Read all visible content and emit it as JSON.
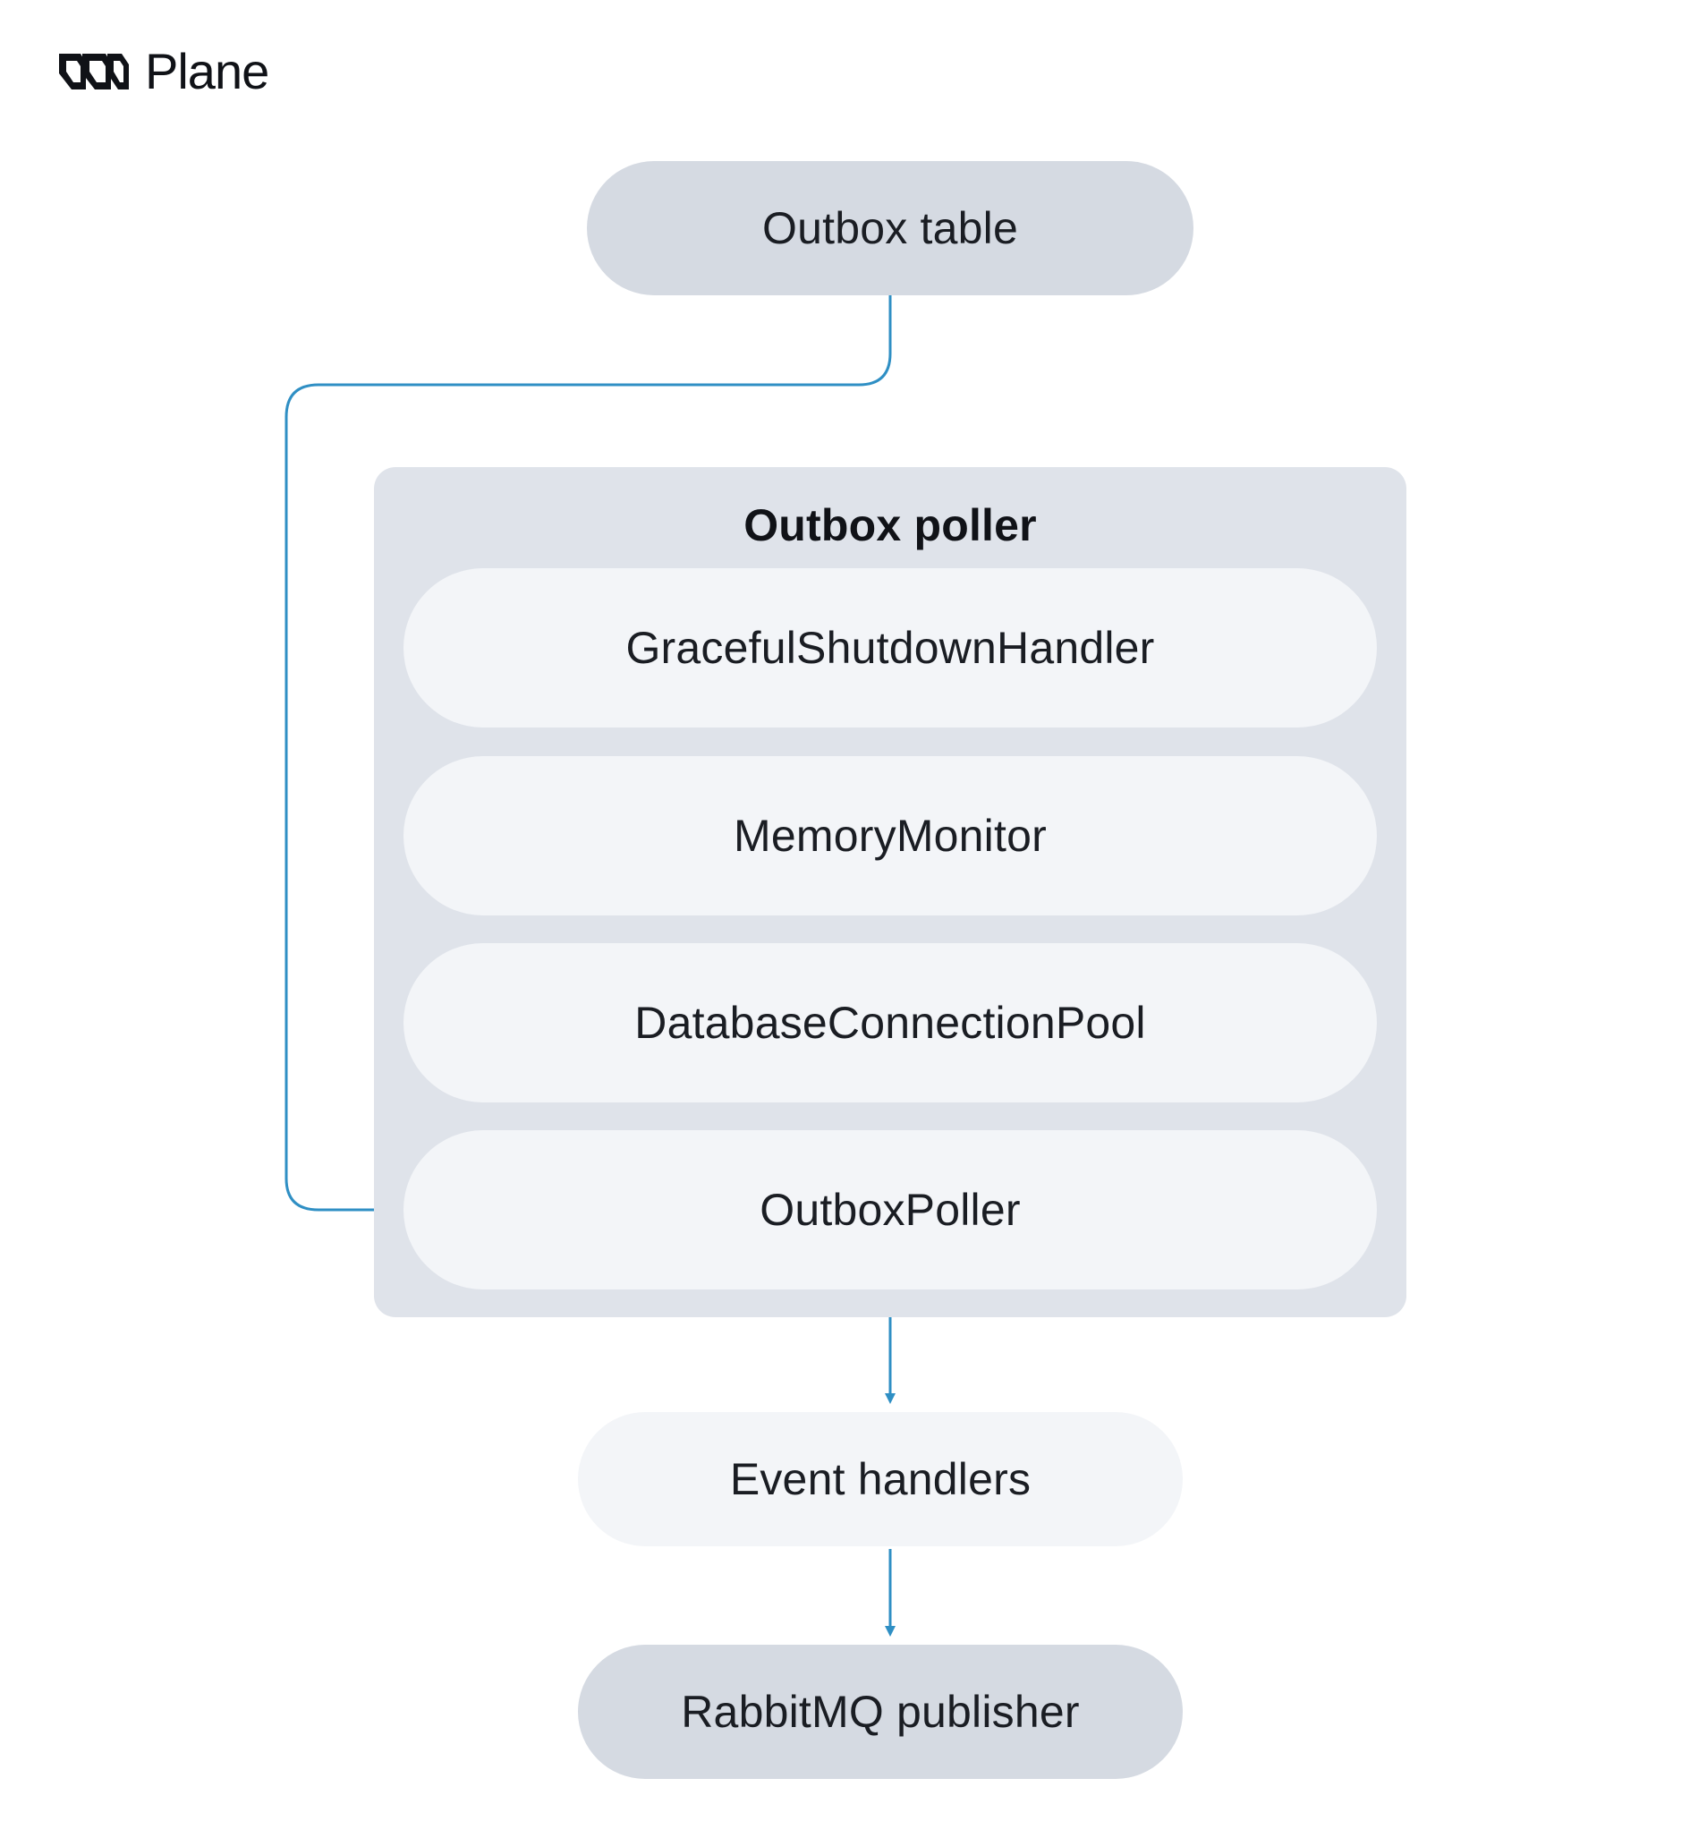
{
  "brand": {
    "name": "Plane",
    "logo_icon": "plane-logo-icon"
  },
  "colors": {
    "connector": "#2f8fc4",
    "node_dark": "#d5dae2",
    "node_light": "#f3f5f8",
    "group_background": "#dfe3ea",
    "text": "#1a1d23"
  },
  "diagram": {
    "source": {
      "label": "Outbox table"
    },
    "group": {
      "title": "Outbox poller",
      "components": [
        {
          "label": "GracefulShutdownHandler"
        },
        {
          "label": "MemoryMonitor"
        },
        {
          "label": "DatabaseConnectionPool"
        },
        {
          "label": "OutboxPoller"
        }
      ]
    },
    "handlers": {
      "label": "Event handlers"
    },
    "publisher": {
      "label": "RabbitMQ publisher"
    },
    "edges": [
      {
        "from": "Outbox table",
        "to": "OutboxPoller"
      },
      {
        "from": "OutboxPoller",
        "to": "Event handlers"
      },
      {
        "from": "Event handlers",
        "to": "RabbitMQ publisher"
      }
    ]
  }
}
